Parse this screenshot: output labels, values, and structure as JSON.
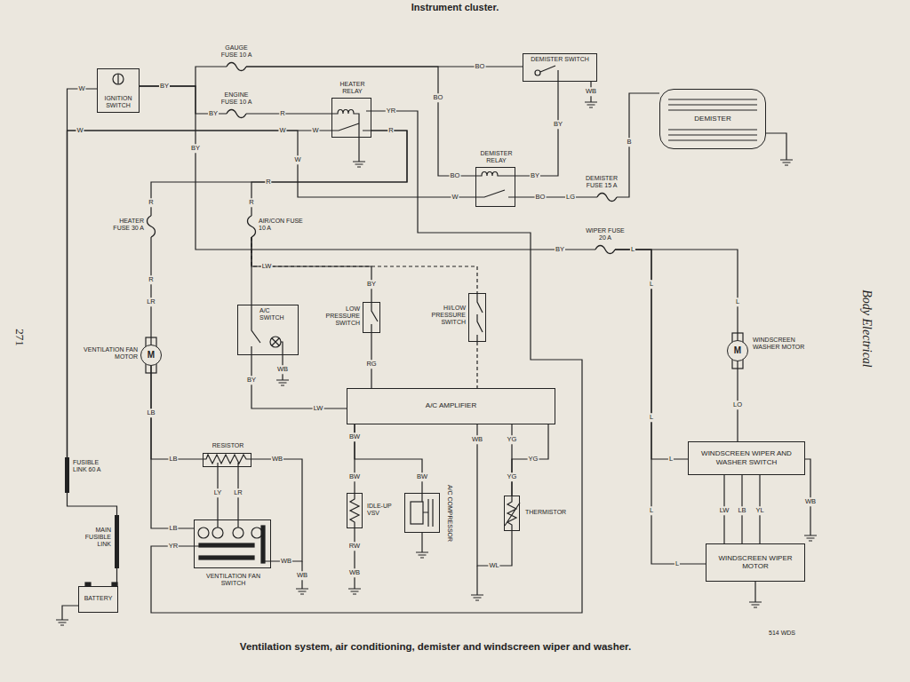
{
  "diagram": {
    "title": "Instrument cluster.",
    "caption": "Ventilation system, air conditioning, demister and windscreen wiper and washer.",
    "nodes": [
      {
        "text": [
          "IGNITION SWITCH"
        ]
      },
      {
        "text": [
          "GAUGE FUSE 10 A"
        ]
      },
      {
        "text": [
          "DEMISTER SWITCH"
        ]
      },
      {
        "text": [
          "ENGINE FUSE 10 A"
        ]
      },
      {
        "text": [
          "HEATER RELAY"
        ]
      },
      {
        "text": [
          "DEMISTER"
        ]
      },
      {
        "text": [
          "DEMISTER RELAY"
        ]
      },
      {
        "text": [
          "DEMISTER FUSE 15 A"
        ]
      },
      {
        "text": [
          "HEATER FUSE 30 A"
        ]
      },
      {
        "text": [
          "AIR/CON FUSE 10 A"
        ]
      },
      {
        "text": [
          "WIPER FUSE 20 A"
        ]
      },
      {
        "text": [
          "A/C SWITCH"
        ]
      },
      {
        "text": [
          "LOW PRESSURE SWITCH"
        ]
      },
      {
        "text": [
          "HI/LOW PRESSURE SWITCH"
        ]
      },
      {
        "text": [
          "M",
          "VENTILATION FAN MOTOR"
        ]
      },
      {
        "text": [
          "M",
          "WINDSCREEN WASHER MOTOR"
        ]
      },
      {
        "text": [
          "A/C AMPLIFIER"
        ]
      },
      {
        "text": [
          "RESISTOR"
        ]
      },
      {
        "text": [
          "WINDSCREEN WIPER AND WASHER SWITCH"
        ]
      },
      {
        "text": [
          "FUSIBLE LINK 60 A"
        ]
      },
      {
        "text": [
          "IDLE-UP VSV"
        ]
      },
      {
        "text": [
          "A/C COMPRESSOR"
        ]
      },
      {
        "text": [
          "THERMISTOR"
        ]
      },
      {
        "text": [
          "VENTILATION FAN SWITCH"
        ]
      },
      {
        "text": [
          "MAIN FUSIBLE LINK"
        ]
      },
      {
        "text": [
          "WINDSCREEN WIPER MOTOR"
        ]
      },
      {
        "text": [
          "BATTERY"
        ]
      }
    ],
    "edges": [
      {
        "from": 26,
        "to": 24,
        "arrow": "none"
      },
      {
        "from": 24,
        "to": 19,
        "arrow": "none"
      },
      {
        "from": 19,
        "to": 0,
        "arrow": "none"
      },
      {
        "from": 0,
        "to": 1,
        "arrow": "none"
      },
      {
        "from": 1,
        "to": 2,
        "arrow": "none"
      },
      {
        "from": 0,
        "to": 3,
        "arrow": "none"
      },
      {
        "from": 3,
        "to": 4,
        "arrow": "none"
      },
      {
        "from": 19,
        "to": 4,
        "arrow": "none"
      },
      {
        "from": 19,
        "to": 6,
        "arrow": "none"
      },
      {
        "from": 1,
        "to": 6,
        "arrow": "none"
      },
      {
        "from": 2,
        "to": 6,
        "arrow": "none"
      },
      {
        "from": 6,
        "to": 7,
        "arrow": "none"
      },
      {
        "from": 7,
        "to": 5,
        "arrow": "none"
      },
      {
        "from": 4,
        "to": 8,
        "arrow": "none"
      },
      {
        "from": 4,
        "to": 9,
        "arrow": "none"
      },
      {
        "from": 0,
        "to": 10,
        "arrow": "none"
      },
      {
        "from": 10,
        "to": 15,
        "arrow": "none"
      },
      {
        "from": 10,
        "to": 18,
        "arrow": "none"
      },
      {
        "from": 10,
        "to": 25,
        "arrow": "none"
      },
      {
        "from": 15,
        "to": 18,
        "arrow": "none"
      },
      {
        "from": 18,
        "to": 25,
        "arrow": "none"
      },
      {
        "from": 18,
        "to": 25,
        "arrow": "none"
      },
      {
        "from": 18,
        "to": 25,
        "arrow": "none"
      },
      {
        "from": 8,
        "to": 14,
        "arrow": "none"
      },
      {
        "from": 14,
        "to": 17,
        "arrow": "none"
      },
      {
        "from": 14,
        "to": 23,
        "arrow": "none"
      },
      {
        "from": 17,
        "to": 23,
        "arrow": "none"
      },
      {
        "from": 17,
        "to": 23,
        "arrow": "none"
      },
      {
        "from": 17,
        "to": 23,
        "arrow": "none"
      },
      {
        "from": 4,
        "to": 23,
        "arrow": "none"
      },
      {
        "from": 9,
        "to": 11,
        "arrow": "none"
      },
      {
        "from": 9,
        "to": 12,
        "arrow": "none"
      },
      {
        "from": 9,
        "to": 13,
        "arrow": "none"
      },
      {
        "from": 11,
        "to": 16,
        "arrow": "none"
      },
      {
        "from": 12,
        "to": 16,
        "arrow": "none"
      },
      {
        "from": 13,
        "to": 16,
        "arrow": "none"
      },
      {
        "from": 16,
        "to": 20,
        "arrow": "none"
      },
      {
        "from": 16,
        "to": 21,
        "arrow": "none"
      },
      {
        "from": 16,
        "to": 22,
        "arrow": "none"
      },
      {
        "from": 16,
        "to": 22,
        "arrow": "none"
      },
      {
        "from": 22,
        "to": 16,
        "arrow": "none"
      }
    ],
    "labels": [
      "W",
      "BY",
      "BO",
      "W",
      "BY",
      "R",
      "W",
      "W",
      "YR",
      "R",
      "BO",
      "BY",
      "WB",
      "B",
      "BY",
      "W",
      "R",
      "BO",
      "BY",
      "W",
      "BO",
      "LG",
      "R",
      "R",
      "BY",
      "L",
      "L",
      "L",
      "R",
      "LR",
      "LW",
      "BY",
      "WB",
      "BY",
      "RG",
      "LW",
      "L",
      "LO",
      "LB",
      "BW",
      "WB",
      "YG",
      "YG",
      "LB",
      "WB",
      "BW",
      "BW",
      "YG",
      "L",
      "L",
      "LY",
      "LR",
      "LW",
      "LB",
      "YL",
      "WB",
      "LB",
      "YR",
      "WB",
      "RW",
      "WL",
      "WB",
      "WB",
      "L",
      "271",
      "Body Electrical",
      "514 WDS"
    ]
  }
}
